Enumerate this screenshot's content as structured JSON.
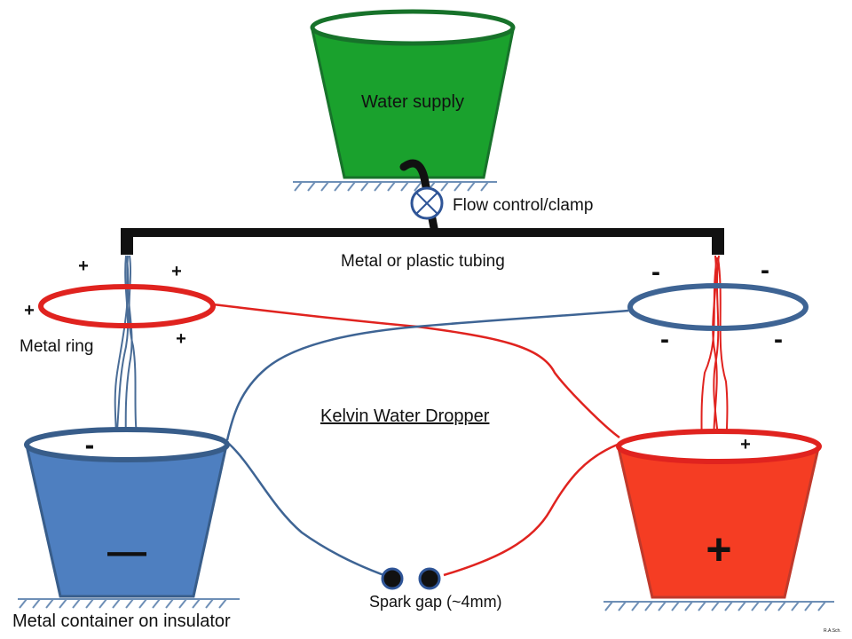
{
  "labels": {
    "water_supply": "Water supply",
    "flow_control": "Flow control/clamp",
    "tubing": "Metal or plastic tubing",
    "metal_ring": "Metal ring",
    "title": "Kelvin Water Dropper",
    "spark_gap": "Spark gap (~4mm)",
    "container": "Metal container on insulator",
    "initials": "R.A.Sch."
  },
  "charges": {
    "left_ring": "+",
    "right_ring": "-",
    "left_bucket_rim": "-",
    "left_bucket_body": "—",
    "right_bucket_rim": "+",
    "right_bucket_body": "+"
  },
  "colors": {
    "supply_bucket": "#1aa12d",
    "left_bucket": "#4e7fc0",
    "right_bucket": "#f53d23",
    "red_wire": "#e0231f",
    "blue_wire": "#3e6494",
    "tubing": "#111111",
    "ground": "#6e8fb6"
  }
}
